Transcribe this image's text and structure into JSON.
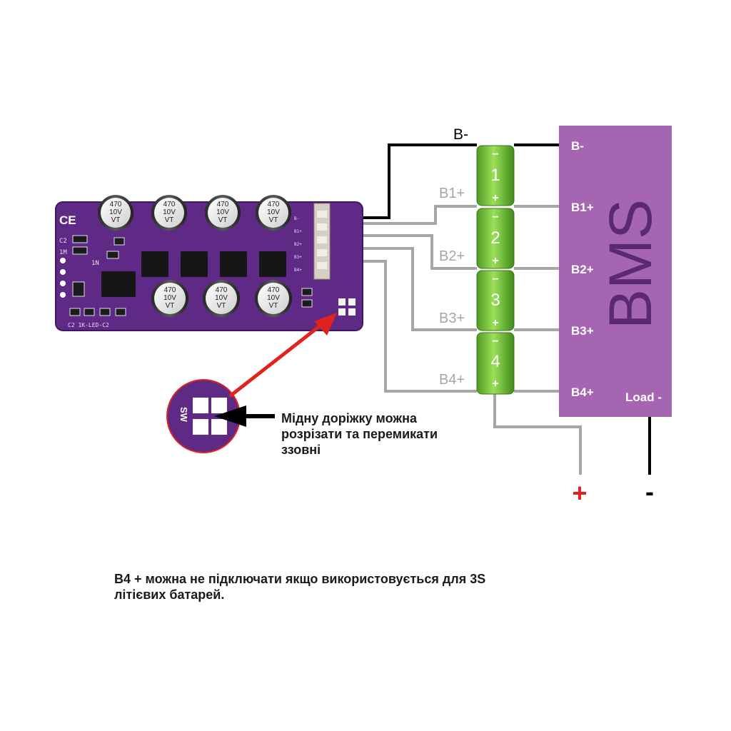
{
  "bms": {
    "title": "BMS",
    "pins": [
      "B-",
      "B1+",
      "B2+",
      "B3+",
      "B4+"
    ],
    "load_label": "Load -"
  },
  "cells": [
    {
      "number": "1",
      "minus": "−",
      "plus": "+"
    },
    {
      "number": "2",
      "minus": "−",
      "plus": "+"
    },
    {
      "number": "3",
      "minus": "−",
      "plus": "+"
    },
    {
      "number": "4",
      "minus": "−",
      "plus": "+"
    }
  ],
  "wire_labels": [
    "B-",
    "B1+",
    "B2+",
    "B3+",
    "B4+"
  ],
  "terminals": {
    "plus": "+",
    "minus": "-"
  },
  "board": {
    "capacitor_label": [
      "470",
      "10V",
      "VT"
    ],
    "ce_mark": "CE",
    "silk_c2": "C2",
    "silk_1m": "1M",
    "silk_1n": "1N",
    "silk_bottom": "C2  1K-LED-C2",
    "connector_pins": [
      "B-",
      "B1+",
      "B2+",
      "B3+",
      "B4+"
    ],
    "pad_label": "SW"
  },
  "callout": {
    "lines": [
      "Мідну доріжку можна",
      "розрізати та перемикати",
      "ззовні"
    ]
  },
  "note": {
    "lines": [
      "B4 + можна не підключати якщо використовується для 3S",
      "літієвих батарей."
    ]
  },
  "colors": {
    "board": "#5e2a86",
    "bms": "#a565b0",
    "cell": "#7ac943",
    "wire_gray": "#a6a6a6",
    "wire_black": "#000000",
    "arrow_red": "#e0231c",
    "plus_red": "#e0231c"
  }
}
